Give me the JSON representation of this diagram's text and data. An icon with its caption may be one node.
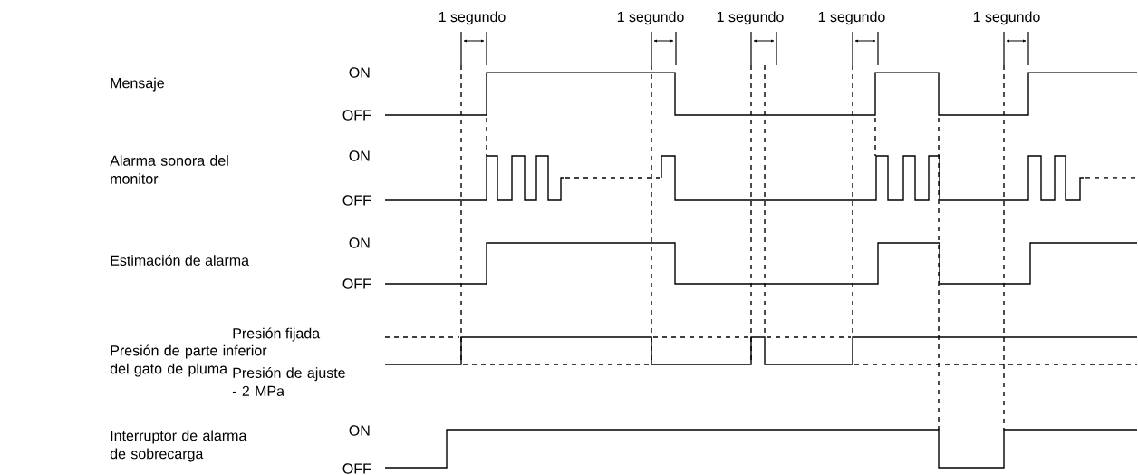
{
  "diagram": {
    "labels": [
      "1 segundo",
      "1 segundo",
      "1 segundo",
      "1 segundo",
      "1 segundo",
      "Mensaje",
      "ON",
      "OFF",
      "Alarma sonora del monitor",
      "ON",
      "OFF",
      "Estimación de alarma",
      "ON",
      "OFF",
      "Presión de parte inferior del gato de pluma",
      "Presión fijada",
      "Presión de ajuste - 2 MPa",
      "Interruptor de alarma de sobrecarga",
      "ON",
      "OFF"
    ]
  }
}
